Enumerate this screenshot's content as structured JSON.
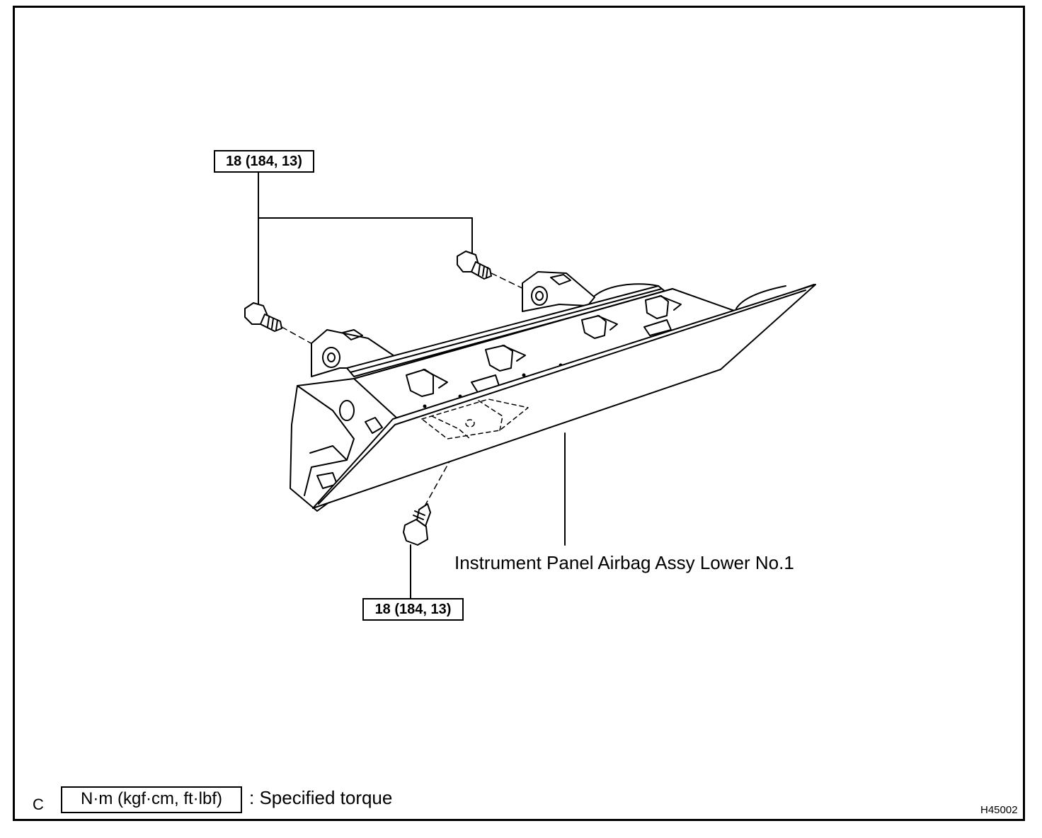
{
  "callouts": {
    "torque_top": "18 (184, 13)",
    "torque_bottom": "18 (184, 13)",
    "part_name": "Instrument Panel Airbag Assy Lower No.1"
  },
  "legend": {
    "letter": "C",
    "unit": "N·m (kgf·cm, ft·lbf)",
    "description": ": Specified torque"
  },
  "figure_code": "H45002"
}
